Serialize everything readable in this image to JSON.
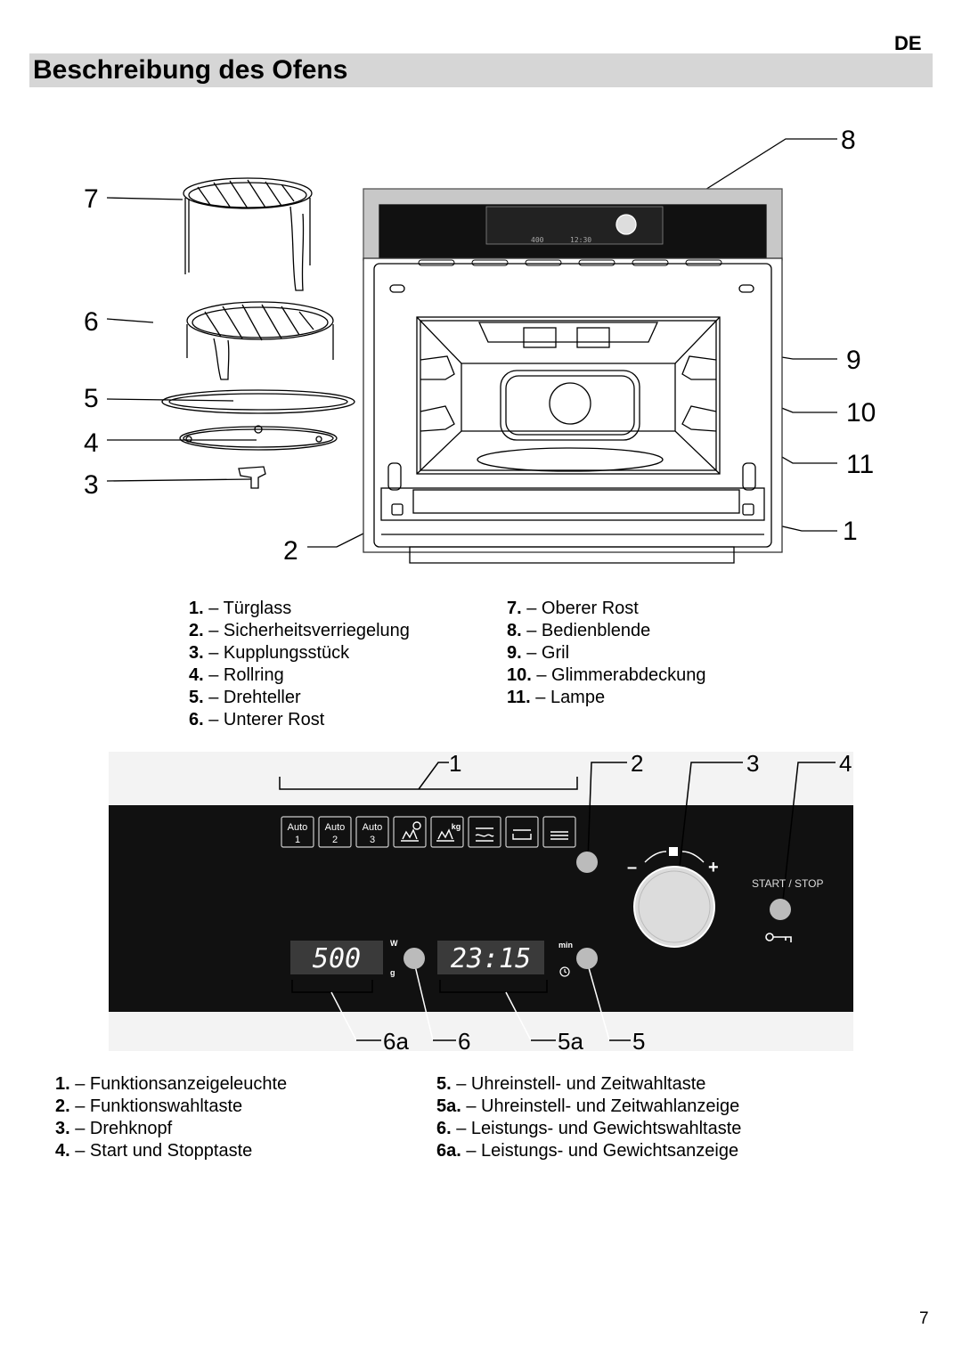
{
  "header": {
    "lang": "DE",
    "title": "Beschreibung des Ofens"
  },
  "oven_diagram": {
    "callouts": [
      "1",
      "2",
      "3",
      "4",
      "5",
      "6",
      "7",
      "8",
      "9",
      "10",
      "11"
    ],
    "panel_display_power": "400",
    "panel_display_time": "12:30"
  },
  "oven_legend": {
    "col1": [
      {
        "num": "1.",
        "text": " – Türglass"
      },
      {
        "num": "2.",
        "text": " – Sicherheitsverriegelung"
      },
      {
        "num": "3.",
        "text": " – Kupplungsstück"
      },
      {
        "num": "4.",
        "text": " – Rollring"
      },
      {
        "num": "5.",
        "text": " – Drehteller"
      },
      {
        "num": "6.",
        "text": " – Unterer Rost"
      }
    ],
    "col2": [
      {
        "num": "7.",
        "text": " – Oberer Rost"
      },
      {
        "num": "8.",
        "text": " – Bedienblende"
      },
      {
        "num": "9.",
        "text": " – Gril"
      },
      {
        "num": "10.",
        "text": " – Glimmerabdeckung"
      },
      {
        "num": "11.",
        "text": " – Lampe"
      }
    ]
  },
  "panel_diagram": {
    "callouts_top": [
      "1",
      "2",
      "3",
      "4"
    ],
    "callouts_bottom": [
      "6a",
      "6",
      "5a",
      "5"
    ],
    "auto_buttons": [
      {
        "top": "Auto",
        "bottom": "1"
      },
      {
        "top": "Auto",
        "bottom": "2"
      },
      {
        "top": "Auto",
        "bottom": "3"
      }
    ],
    "symbol_buttons": [
      "defrost-time-icon",
      "defrost-weight-icon",
      "grill-combi-icon",
      "grill-icon",
      "microwave-icon"
    ],
    "kg_label": "kg",
    "start_stop": "START / STOP",
    "power_display": "500",
    "power_unit_top": "W",
    "power_unit_bottom": "g",
    "time_display": "23:15",
    "time_unit": "min",
    "minus": "–",
    "plus": "+"
  },
  "panel_legend": {
    "col1": [
      {
        "num": "1.",
        "text": " – Funktionsanzeigeleuchte"
      },
      {
        "num": "2.",
        "text": " – Funktionswahltaste"
      },
      {
        "num": "3.",
        "text": " – Drehknopf"
      },
      {
        "num": "4.",
        "text": " – Start und Stopptaste"
      }
    ],
    "col2": [
      {
        "num": "5.",
        "text": " – Uhreinstell- und Zeitwahltaste"
      },
      {
        "num": "5a.",
        "text": " – Uhreinstell- und Zeitwahlanzeige"
      },
      {
        "num": "6.",
        "text": " – Leistungs- und Gewichtswahltaste"
      },
      {
        "num": "6a.",
        "text": " – Leistungs- und Gewichtsanzeige"
      }
    ]
  },
  "footer": {
    "page_number": "7"
  }
}
